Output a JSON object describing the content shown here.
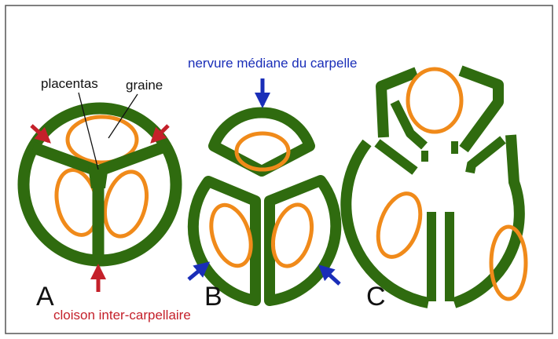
{
  "colors": {
    "wall": "#2f6b0f",
    "seed": "#f08a1a",
    "red_arrow": "#c4202a",
    "blue_arrow": "#1a2eb8",
    "frame": "#555555",
    "text": "#111111"
  },
  "labels": {
    "placentas": "placentas",
    "graine": "graine",
    "nervure": "nervure médiane du carpelle",
    "cloison": "cloison inter-carpellaire"
  },
  "panels": {
    "a": "A",
    "b": "B",
    "c": "C"
  }
}
